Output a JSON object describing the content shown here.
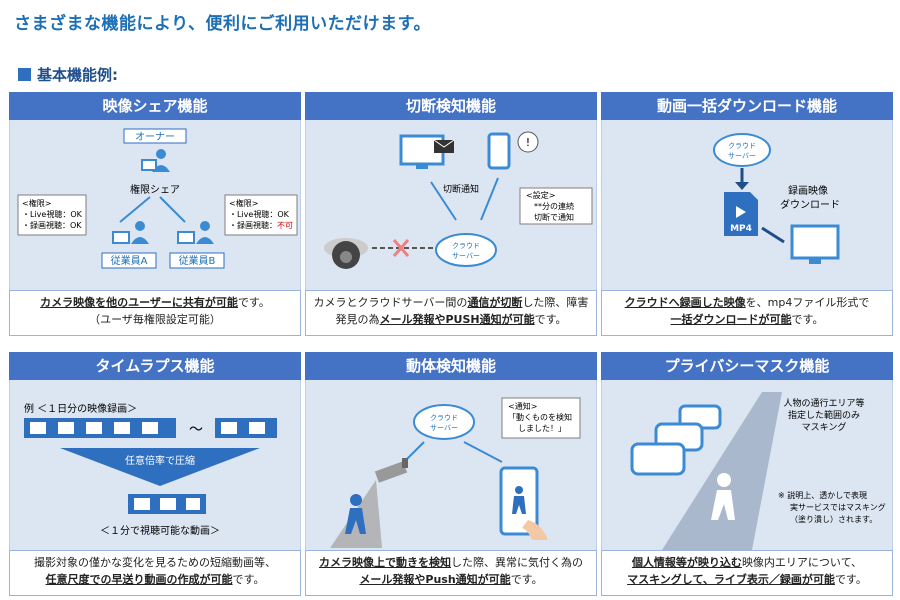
{
  "headline": "さまざまな機能により、便利にご利用いただけます。",
  "section_title": "基本機能例:",
  "accent_color": "#4472c4",
  "cards": [
    {
      "title": "映像シェア機能",
      "art": {
        "owner": "オーナー",
        "share": "権限シェア",
        "perm_left": [
          "<権限>",
          "・Live視聴：OK",
          "・録画視聴：OK"
        ],
        "perm_right": [
          "<権限>",
          "・Live視聴：OK",
          "・録画視聴："
        ],
        "perm_right_ng": "不可",
        "employee_a": "従業員A",
        "employee_b": "従業員B"
      },
      "desc_l1_bold": "カメラ映像を他のユーザーに共有が可能",
      "desc_l1_tail": "です。",
      "desc_l2": "（ユーザ毎権限設定可能）"
    },
    {
      "title": "切断検知機能",
      "art": {
        "notice": "切断通知",
        "setting": [
          "<設定>",
          "**分の連続",
          "切断で通知"
        ],
        "cloud": [
          "クラウド",
          "サーバー"
        ]
      },
      "desc_p1": "カメラとクラウドサーバー間の",
      "desc_b1": "通信が切断",
      "desc_p2": "した際、障害発見の為",
      "desc_b2": "メール発報やPUSH通知が可能",
      "desc_p3": "です。"
    },
    {
      "title": "動画一括ダウンロード機能",
      "art": {
        "cloud": [
          "クラウド",
          "サーバー"
        ],
        "label": [
          "録画映像",
          "ダウンロード"
        ],
        "mp4": "MP4"
      },
      "desc_b1": "クラウドへ録画した映像",
      "desc_p1": "を、mp4ファイル形式で",
      "desc_b2": "一括ダウンロードが可能",
      "desc_p2": "です。"
    },
    {
      "title": "タイムラプス機能",
      "art": {
        "example": "例 ＜１日分の映像録画＞",
        "tilde": "〜",
        "compress": "任意倍率で圧縮",
        "result": "＜１分で視聴可能な動画＞"
      },
      "desc_l1": "撮影対象の僅かな変化を見るための短縮動画等、",
      "desc_b1": "任意尺度での早送り動画の作成が可能",
      "desc_p1": "です。"
    },
    {
      "title": "動体検知機能",
      "art": {
        "cloud": [
          "クラウド",
          "サーバー"
        ],
        "notice": [
          "<通知>",
          "「動くものを検知",
          "しました！」"
        ]
      },
      "desc_b1": "カメラ映像上で動きを検知",
      "desc_p1": "した際、異常に気付く為の",
      "desc_b2": "メール発報やPush通知が可能",
      "desc_p2": "です。"
    },
    {
      "title": "プライバシーマスク機能",
      "art": {
        "label": [
          "人物の通行エリア等",
          "指定した範囲のみ",
          "マスキング"
        ],
        "note": [
          "※ 説明上、透かしで表現",
          "実サービスではマスキング",
          "（塗り潰し）されます。"
        ]
      },
      "desc_b1": "個人情報等が映り込む",
      "desc_p1": "映像内エリアについて、",
      "desc_b2": "マスキングして、ライブ表示／録画が可能",
      "desc_p2": "です。"
    }
  ]
}
